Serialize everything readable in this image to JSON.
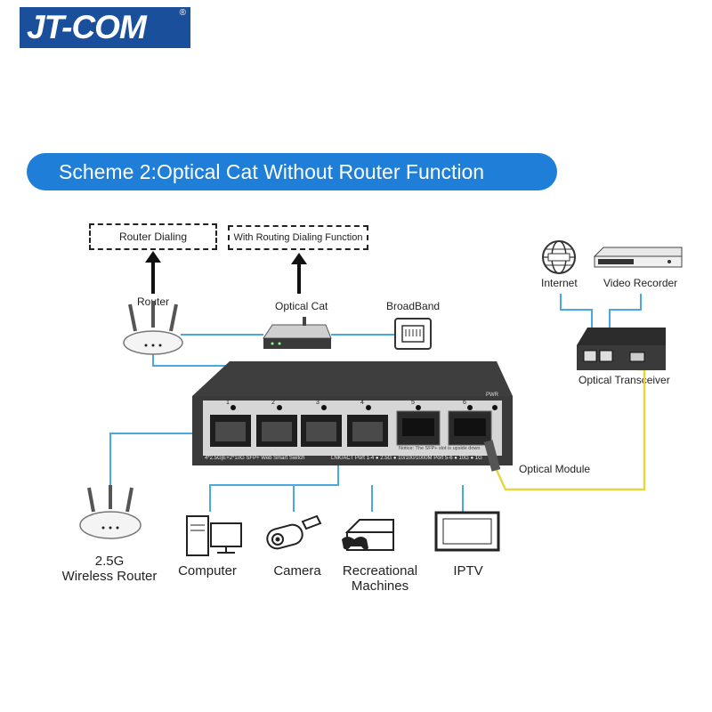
{
  "brand": {
    "logo_text": "JT-COM",
    "registered_mark": "®"
  },
  "banner": {
    "title": "Scheme 2:Optical Cat Without Router Function"
  },
  "top_boxes": {
    "router_dialing": "Router Dialing",
    "routing_function": "With Routing Dialing Function"
  },
  "devices": {
    "router": "Router",
    "optical_cat": "Optical Cat",
    "broadband": "BroadBand",
    "internet": "Internet",
    "video_recorder": "Video Recorder",
    "optical_transceiver": "Optical Transceiver",
    "optical_module": "Optical Module"
  },
  "switch": {
    "port_numbers": [
      "1",
      "2",
      "3",
      "4",
      "5",
      "6"
    ],
    "pwr_label": "PWR",
    "model_text": "4*2.5G|E+2*10G SFP+ Web Smart Switch",
    "led_text": "LNK/ACT Port 1-4 ● 2.5G ● 10/100/1000M   Port 5-6 ● 10G ● 1G",
    "notice": "Notice: The SFP+ slot is upside down"
  },
  "endpoints": [
    {
      "line1": "2.5G",
      "line2": "Wireless Router",
      "icon": "wireless-router"
    },
    {
      "line1": "Computer",
      "line2": "",
      "icon": "computer"
    },
    {
      "line1": "Camera",
      "line2": "",
      "icon": "camera"
    },
    {
      "line1": "Recreational",
      "line2": "Machines",
      "icon": "game-console"
    },
    {
      "line1": "IPTV",
      "line2": "",
      "icon": "tv"
    }
  ],
  "colors": {
    "brand": "#1a4f9c",
    "banner": "#1f7fd8",
    "cable": "#4aa8e0",
    "fiber": "#e6d640"
  }
}
